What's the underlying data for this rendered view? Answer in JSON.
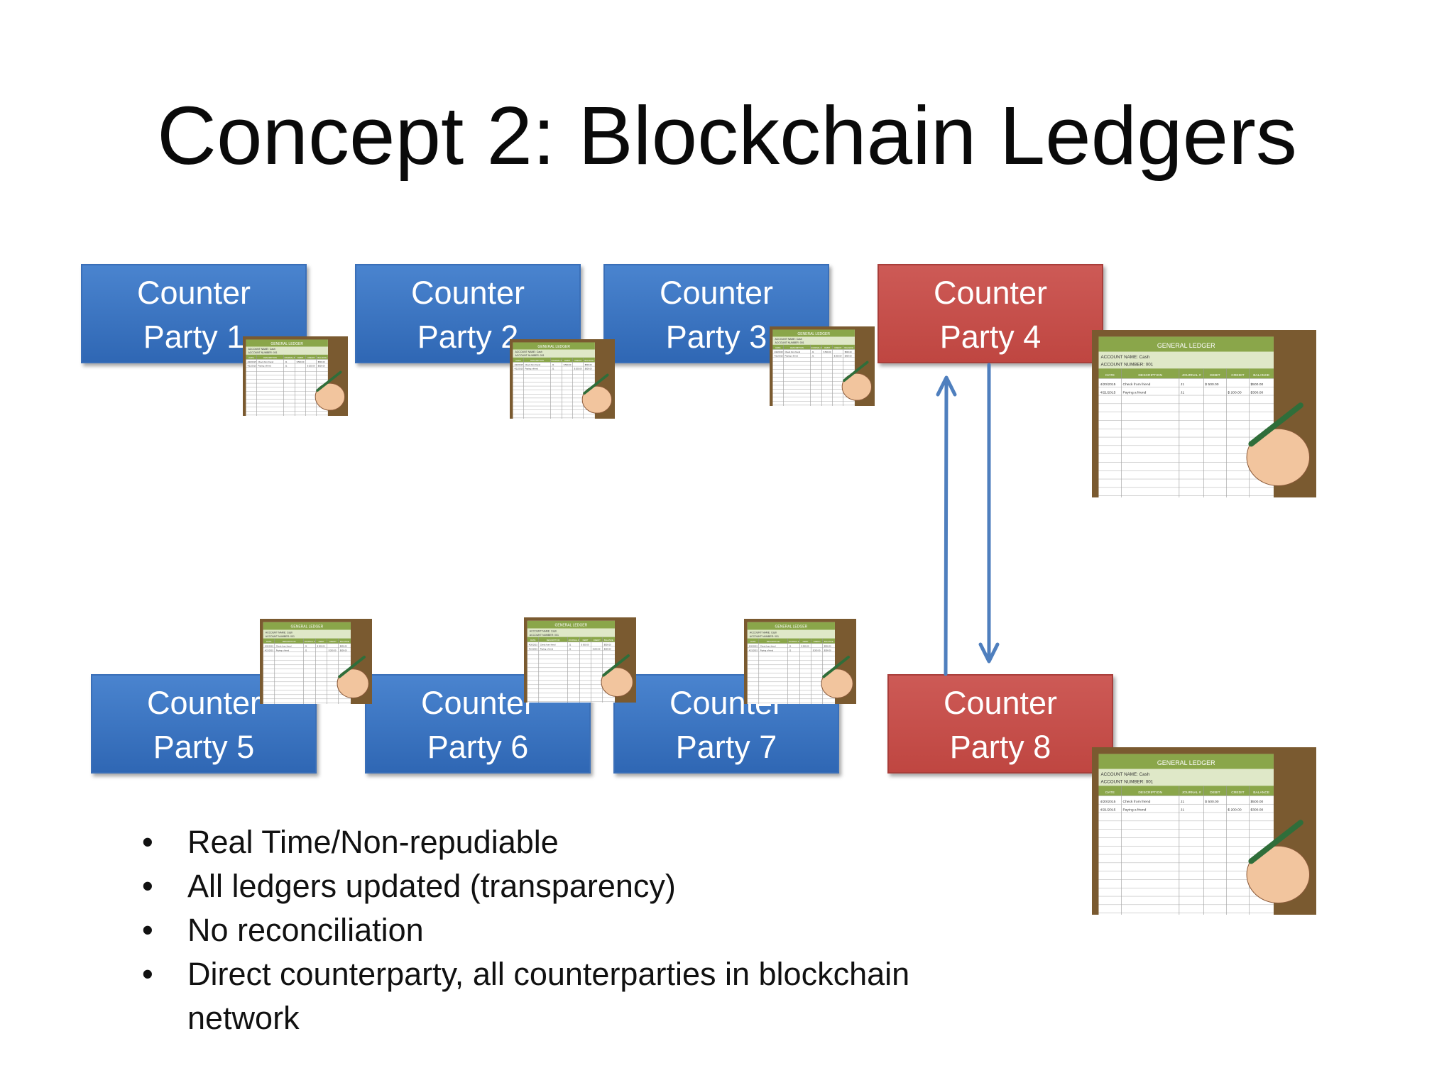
{
  "title": "Concept 2: Blockchain Ledgers",
  "parties": [
    {
      "line1": "Counter",
      "line2": "Party 1",
      "color": "blue"
    },
    {
      "line1": "Counter",
      "line2": "Party 2",
      "color": "blue"
    },
    {
      "line1": "Counter",
      "line2": "Party 3",
      "color": "blue"
    },
    {
      "line1": "Counter",
      "line2": "Party 4",
      "color": "red"
    },
    {
      "line1": "Counter",
      "line2": "Party 5",
      "color": "blue"
    },
    {
      "line1": "Counter",
      "line2": "Party 6",
      "color": "blue"
    },
    {
      "line1": "Counter",
      "line2": "Party 7",
      "color": "blue"
    },
    {
      "line1": "Counter",
      "line2": "Party 8",
      "color": "red"
    }
  ],
  "ledger": {
    "heading": "GENERAL LEDGER",
    "account_name": "ACCOUNT NAME: Cash",
    "account_number": "ACCOUNT NUMBER: 001",
    "columns": [
      "DATE",
      "DESCRIPTION",
      "JOURNAL #",
      "DEBIT",
      "CREDIT",
      "BALANCE"
    ],
    "rows": [
      [
        "4/20/2015",
        "Check from friend",
        "J1",
        "$ 500.00",
        "",
        "$500.00"
      ],
      [
        "4/21/2015",
        "Paying a friend",
        "J1",
        "",
        "$ 200.00",
        "$300.00"
      ]
    ]
  },
  "bullets": [
    "Real Time/Non-repudiable",
    "All ledgers updated (transparency)",
    "No reconciliation",
    "Direct counterparty, all counterparties in blockchain",
    "network"
  ],
  "colors": {
    "blue": "#3a74c3",
    "red": "#c44f4b",
    "arrow": "#4f7fbe",
    "ledger_green": "#8aa64a",
    "wood": "#7a5a30"
  }
}
